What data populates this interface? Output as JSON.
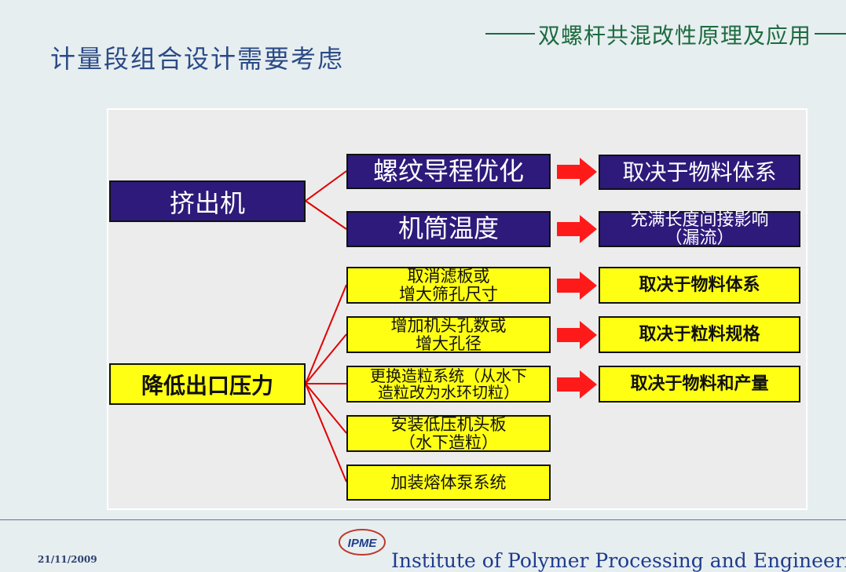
{
  "header": {
    "title": "双螺杆共混改性原理及应用"
  },
  "page_title": "计量段组合设计需要考虑",
  "diagram": {
    "extruder": "挤出机",
    "extruder_items": [
      {
        "label": "螺纹导程优化",
        "result": "取决于物料体系"
      },
      {
        "label": "机筒温度",
        "result": "充满长度间接影响\n（漏流）"
      }
    ],
    "pressure": "降低出口压力",
    "pressure_items": [
      {
        "label": "取消滤板或\n增大筛孔尺寸",
        "result": "取决于物料体系"
      },
      {
        "label": "增加机头孔数或\n增大孔径",
        "result": "取决于粒料规格"
      },
      {
        "label": "更换造粒系统（从水下\n造粒改为水环切粒）",
        "result": "取决于物料和产量"
      },
      {
        "label": "安装低压机头板\n（水下造粒）",
        "result": ""
      },
      {
        "label": "加装熔体泵系统",
        "result": ""
      }
    ]
  },
  "colors": {
    "blue_box": "#2e1a7a",
    "yellow_box": "#ffff14",
    "connector": "#e00000",
    "arrow": "#ff1a1a"
  },
  "footer": {
    "date": "21/11/2009",
    "logo_text": "IPME",
    "institute": "Institute of Polymer Processing and Engineering"
  }
}
